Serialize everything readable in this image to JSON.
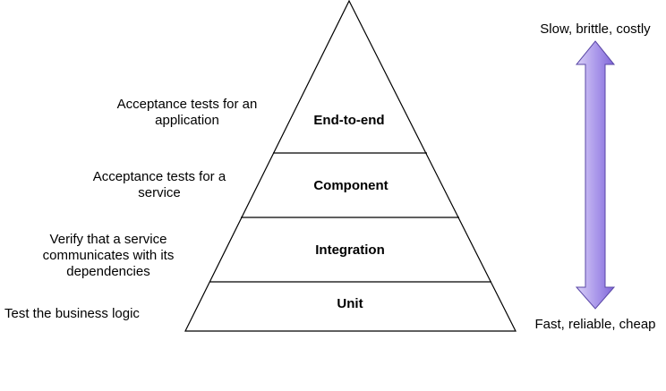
{
  "pyramid": {
    "layers": [
      {
        "label": "End-to-end",
        "description": [
          "Acceptance tests for an",
          "application"
        ]
      },
      {
        "label": "Component",
        "description": [
          "Acceptance tests for a",
          "service"
        ]
      },
      {
        "label": "Integration",
        "description": [
          "Verify that a service",
          "communicates with its",
          "dependencies"
        ]
      },
      {
        "label": "Unit",
        "description": [
          "Test the business logic"
        ]
      }
    ]
  },
  "scale": {
    "top_label": "Slow, brittle, costly",
    "bottom_label": "Fast, reliable, cheap",
    "arrow_color": "#9b86e6"
  }
}
